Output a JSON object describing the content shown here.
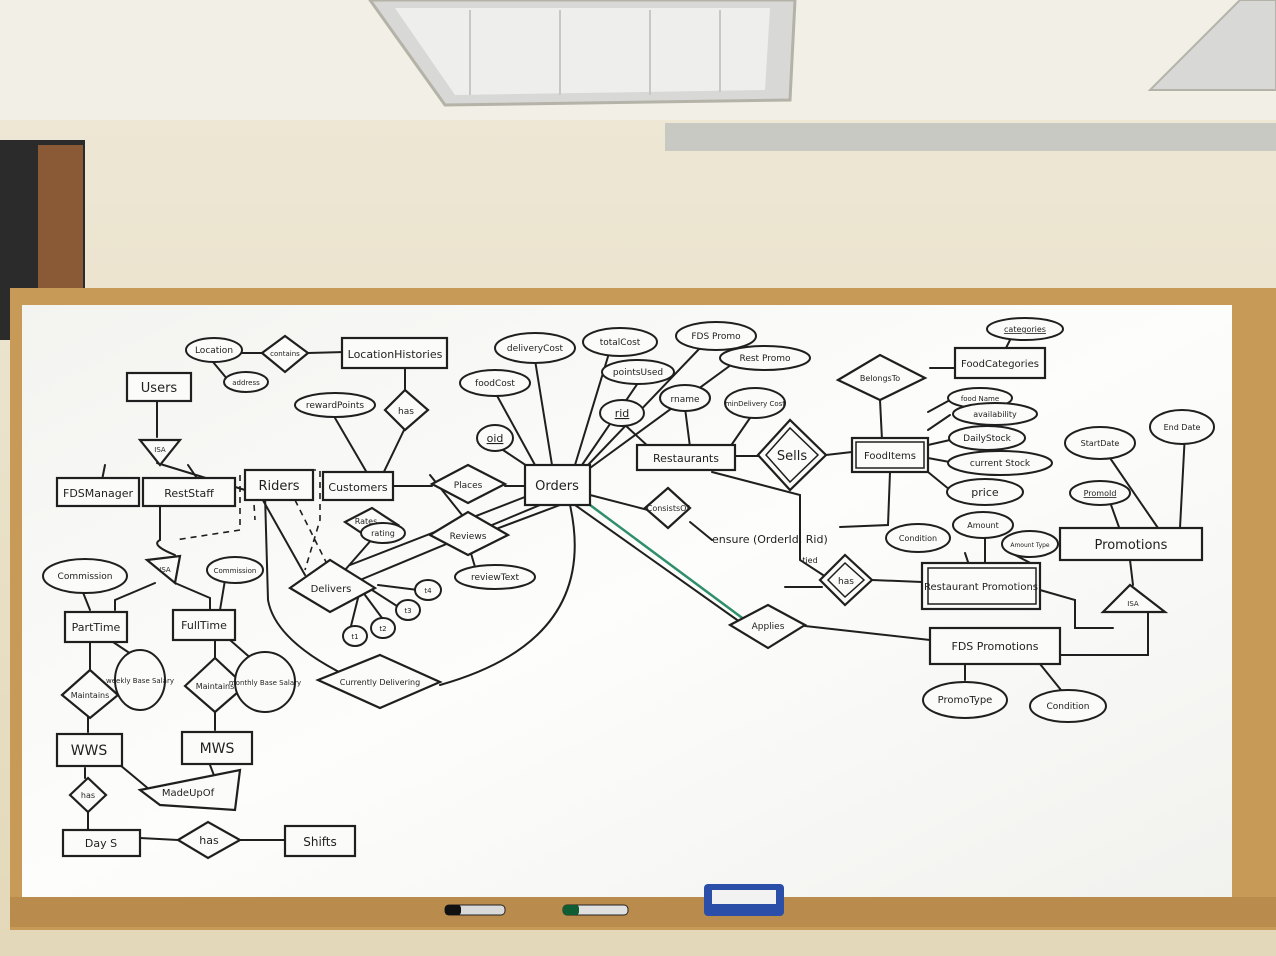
{
  "diagram": {
    "entities": {
      "users": "Users",
      "fds_manager": "FDSManager",
      "rest_staff": "RestStaff",
      "riders": "Riders",
      "customers": "Customers",
      "location_histories": "LocationHistories",
      "orders": "Orders",
      "restaurants": "Restaurants",
      "food_items": "FoodItems",
      "food_categories": "FoodCategories",
      "promotions": "Promotions",
      "restaurant_promotions": "Restaurant Promotions",
      "fds_promotions": "FDS Promotions",
      "part_time": "PartTime",
      "full_time": "FullTime",
      "wws": "WWS",
      "mws": "MWS",
      "days": "Day S",
      "shifts": "Shifts"
    },
    "relationships": {
      "contains": "contains",
      "has_location": "has",
      "places": "Places",
      "rates": "Rates",
      "reviews": "Reviews",
      "delivers": "Delivers",
      "currently_delivering": "Currently Delivering",
      "sells": "Sells",
      "belongs_to": "BelongsTo",
      "consists_of": "ConsistsOf",
      "has_promo": "has",
      "applies": "Applies",
      "maintains_wws": "Maintains",
      "maintains_mws": "Maintains",
      "made_up_of": "MadeUpOf",
      "has_days": "has",
      "has_shifts": "has"
    },
    "isa": {
      "users_isa": "ISA",
      "riders_isa": "ISA",
      "promo_isa": "ISA"
    },
    "attributes": {
      "location": "Location",
      "address": "address",
      "reward_points": "rewardPoints",
      "delivery_cost": "deliveryCost",
      "total_cost": "totalCost",
      "fds_promo": "FDS Promo",
      "points_used": "pointsUsed",
      "rest_promo": "Rest Promo",
      "food_cost": "foodCost",
      "oid": "oid",
      "rid": "rid",
      "rname": "rname",
      "min_delivery_cost": "minDelivery Cost",
      "categories": "categories",
      "food_name": "food Name",
      "availability": "availability",
      "daily_stock": "DailyStock",
      "current_stock": "current Stock",
      "price": "price",
      "start_date": "StartDate",
      "end_date": "End Date",
      "promo_id": "PromoId",
      "condition_rest": "Condition",
      "amount": "Amount",
      "amount_type": "Amount Type",
      "rating": "rating",
      "review_text": "reviewText",
      "t1": "t1",
      "t2": "t2",
      "t3": "t3",
      "t4": "t4",
      "commission_pt": "Commission",
      "commission_ft": "Commission",
      "weekly_base_salary": "weekly Base Salary",
      "monthly_base_salary": "monthly Base Salary",
      "promo_type": "PromoType",
      "condition_fds": "Condition"
    },
    "annotations": {
      "ensure": "ensure (OrderId, Rid)",
      "tied": "tied"
    }
  },
  "colors": {
    "board": "#fbfbf9",
    "frame": "#c79a58",
    "wall": "#e9e1c8",
    "ink": "#1f1f1f",
    "green_ink": "#2f8f6a"
  }
}
